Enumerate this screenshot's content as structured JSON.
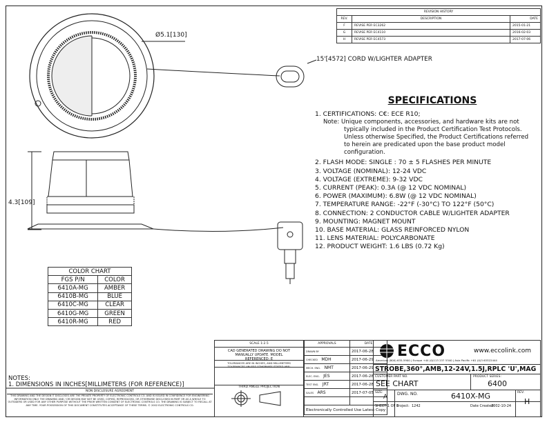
{
  "revision_history": {
    "title": "REVISION HISTORY",
    "headers": [
      "REV.",
      "DESCRIPTION",
      "DATE"
    ],
    "rows": [
      {
        "rev": "F",
        "description": "REVISE PER EC3262",
        "date": "2015-01-21"
      },
      {
        "rev": "G",
        "description": "REVISE PER EC4110",
        "date": "2016-02-03"
      },
      {
        "rev": "H",
        "description": "REVISE PER EC4573",
        "date": "2017-07-06"
      }
    ]
  },
  "dimensions": {
    "diameter": "Ø5.1[130]",
    "height": "4.3[109]",
    "cord": "15'[4572] CORD W/LIGHTER ADAPTER"
  },
  "specifications": {
    "title": "SPECIFICATIONS",
    "cert": "1.    CERTIFICATIONS: C€: ECE R10;",
    "note": "Note:   Unique components, accessories, and hardware kits are not typically included in the Product Certification Test Protocols.  Unless otherwise Specified, the Product Certifications referred to herein are predicated upon the base product model configuration.",
    "items": [
      "2.  FLASH MODE: SINGLE : 70 ± 5 FLASHES PER MINUTE",
      "3.  VOLTAGE (NOMINAL): 12-24 VDC",
      "4.  VOLTAGE (EXTREME): 9-32 VDC",
      "5.  CURRENT (PEAK): 0.3A (@ 12 VDC NOMINAL)",
      "6.  POWER (MAXIMUM): 6.8W (@ 12 VDC NOMINAL)",
      "7.  TEMPERATURE RANGE: -22°F (-30°C) TO 122°F (50°C)",
      "8.  CONNECTION: 2 CONDUCTOR CABLE W/LIGHTER ADAPTER",
      "9.  MOUNTING: MAGNET MOUNT",
      "10. BASE MATERIAL: GLASS REINFORCED NYLON",
      "11. LENS MATERIAL: POLYCARBONATE",
      "12. PRODUCT WEIGHT: 1.6 LBS (0.72 Kg)"
    ]
  },
  "color_chart": {
    "title": "COLOR CHART",
    "headers": [
      "FGS P/N",
      "COLOR"
    ],
    "rows": [
      [
        "6410A-MG",
        "AMBER"
      ],
      [
        "6410B-MG",
        "BLUE"
      ],
      [
        "6410C-MG",
        "CLEAR"
      ],
      [
        "6410G-MG",
        "GREEN"
      ],
      [
        "6410R-MG",
        "RED"
      ]
    ]
  },
  "notes": {
    "title": "NOTES:",
    "items": [
      "1.  DIMENSIONS IN INCHES[MILLIMETERS (FOR REFERENCE)]"
    ]
  },
  "nda": {
    "title": "NON DISCLOSURE AGREEMENT",
    "text": "THIS DRAWING AND THE DESIGN IT DISCLOSES ARE THE PRIVATE PROPERTY OF ELECTRONIC CONTROLS CO. AND IS ISSUED IN CONFIDENCE FOR ENGINEERING INFORMATION ONLY. THE DRAWING AND / OR DESIGN MAY NOT BE USED, COPIED, REPRODUCED, OR OTHERWISE DISCLOSED IN PART OR AS A WHOLE TO OUTSIDERS OR USED FOR ANY OTHER PURPOSE WITHOUT THE PRIOR WRITTEN CONSENT OF ELECTRONIC CONTROLS CO. THE DRAWING IS SUBJECT TO RECALL AT ANY TIME. YOUR POSSESSION OF THIS DOCUMENT CONSTITUTES ACCEPTANCE OF THESE TERMS. © 2002 ELECTRONIC CONTROLS CO."
  },
  "title_block": {
    "scale": "SCALE 1:2.5",
    "cad_note": "CAD GENERATED DRAWING DO NOT MANUALLY UPDATE. MODEL REFERENCED: E",
    "tolerance_note": "TOLERANCES ARE IN INCHES, AND MILLIMETERS TOLERANCES UNLESS OTHERWISE STATED ARE:",
    "projection": "THIRD ANGLE PROJECTION",
    "approvals_header": "APPROVALS",
    "date_header": "DATE",
    "approvals": [
      {
        "role": "DRAWN BY",
        "name": "",
        "date": "2017-06-28"
      },
      {
        "role": "CHECKED",
        "name": "MDH",
        "date": "2017-06-29"
      },
      {
        "role": "MECH. ENG.",
        "name": "NMT",
        "date": "2017-06-29"
      },
      {
        "role": "ELEC. ENG.",
        "name": "JES",
        "date": "2017-06-28"
      },
      {
        "role": "TEST ENG.",
        "name": "JRT",
        "date": "2017-06-28"
      },
      {
        "role": "SALES",
        "name": "ARS",
        "date": "2017-07-05"
      }
    ],
    "controlled": "Electronically Controlled Use Latest Copy",
    "brand": "ECCO",
    "website": "www.eccolink.com",
    "contacts": "Americas (800) 635-5900  |  Europe +44 (0)113 237 5340  |  Asia Pacific +61 (0)3 63322444",
    "product_title": "STROBE,360°,AMB,12-24V,1.5J,RPLC 'U',MAG",
    "customer_part_label": "CUSTOMER PART NO.",
    "customer_part": "SEE CHART",
    "series_label": "PRODUCT SERIES:",
    "series": "6400",
    "size_label": "SIZE:",
    "size": "A",
    "dwg_label": "DWG. NO.",
    "dwg": "6410X-MG",
    "rev_label": "REV.",
    "rev": "H",
    "sheet": "SHEET 1 OF 1",
    "project_label": "Project:",
    "project": "1242",
    "date_created_label": "Date Created:",
    "date_created": "2002-10-24"
  }
}
